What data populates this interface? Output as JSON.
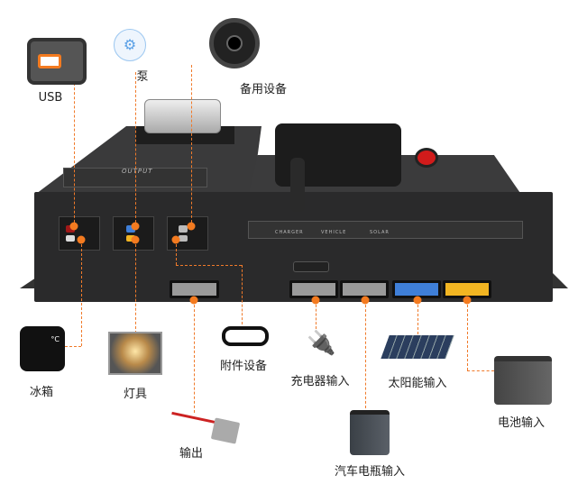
{
  "device": {
    "panel_left": "OUTPUT",
    "panel_right": [
      "CHARGER",
      "VEHICLE",
      "SOLAR"
    ]
  },
  "labels": {
    "usb": "USB",
    "pump": "泵",
    "backup": "备用设备",
    "fridge": "冰箱",
    "lamp": "灯具",
    "accessory": "附件设备",
    "charger": "充电器输入",
    "solar": "太阳能输入",
    "battery": "电池输入",
    "vehicle": "汽车电瓶输入",
    "output": "输出"
  },
  "colors": {
    "accent": "#f47b20",
    "body": "#2a2a2b",
    "blue_port": "#3f7fd8",
    "yellow_port": "#f2b522"
  }
}
